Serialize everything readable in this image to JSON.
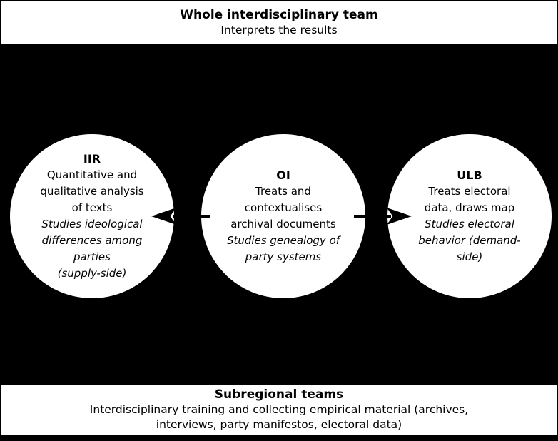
{
  "colors": {
    "background": "#000000",
    "panel": "#ffffff",
    "ink": "#000000"
  },
  "top_banner": {
    "title": "Whole interdisciplinary team",
    "subtitle": "Interprets the results"
  },
  "circles": [
    {
      "abbr": "IIR",
      "role": "Quantitative and\nqualitative analysis\nof texts",
      "focus": "Studies ideological\ndifferences among\nparties\n(supply-side)"
    },
    {
      "abbr": "OI",
      "role": "Treats and\ncontextualises\narchival documents",
      "focus": "Studies genealogy of\nparty systems"
    },
    {
      "abbr": "ULB",
      "role": "Treats electoral\ndata, draws map",
      "focus": "Studies electoral\nbehavior (demand-\nside)"
    }
  ],
  "bottom_banner": {
    "title": "Subregional teams",
    "body": "Interdisciplinary training and collecting empirical material (archives,\ninterviews, party manifestos, electoral data)"
  }
}
